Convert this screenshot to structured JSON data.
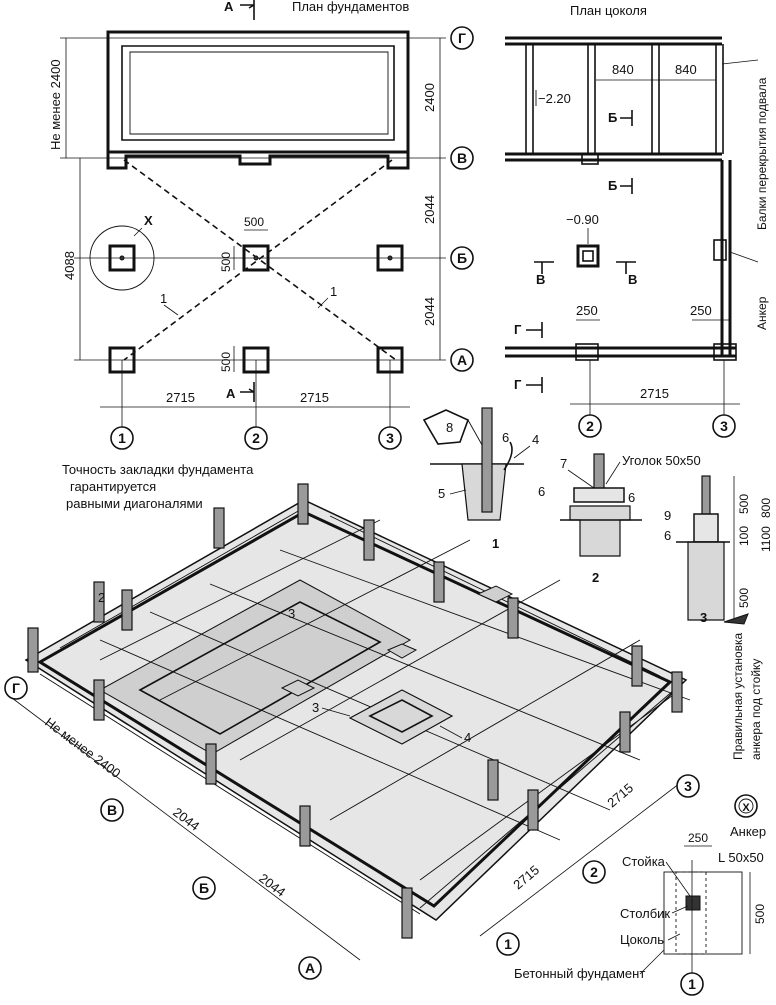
{
  "titles": {
    "foundation_plan": "План фундаментов",
    "plinth_plan": "План цоколя",
    "section_marker": "А"
  },
  "plan_left": {
    "dims": {
      "not_less": "Не менее 2400",
      "d2400": "2400",
      "d2044_upper": "2044",
      "d2044_lower": "2044",
      "d4088": "4088",
      "d500_top": "500",
      "d500_side": "500",
      "d500_lower": "500",
      "d2715_left": "2715",
      "d2715_right": "2715"
    },
    "markers": {
      "x_label": "Х",
      "diag_1a": "1",
      "diag_1b": "1",
      "sec_a_bottom": "А"
    },
    "axes_letters": [
      "Г",
      "В",
      "Б",
      "А"
    ],
    "axes_numbers": [
      "1",
      "2",
      "3"
    ]
  },
  "plan_right": {
    "dims": {
      "d840a": "840",
      "d840b": "840",
      "lvl_220": "−2.20",
      "lvl_090": "−0.90",
      "d250a": "250",
      "d250b": "250",
      "d2715": "2715"
    },
    "markers": {
      "b1": "Б",
      "b2": "Б",
      "v1": "В",
      "v2": "В",
      "g1": "Г",
      "g2": "Г"
    },
    "side_labels": {
      "beams": "Балки перекрытия подвала",
      "anchor": "Анкер"
    },
    "axes_numbers": [
      "2",
      "3"
    ]
  },
  "note": {
    "line1": "Точность закладки фундамента",
    "line2": "гарантируется",
    "line3": "равными диагоналями"
  },
  "details": {
    "d1": {
      "num": "1",
      "callouts": [
        "8",
        "6",
        "4",
        "5"
      ]
    },
    "d2": {
      "num": "2",
      "callouts": [
        "7",
        "6",
        "6"
      ],
      "angle": "Уголок 50х50"
    },
    "d3": {
      "num": "3",
      "callouts": [
        "9",
        "6"
      ],
      "dims": [
        "500",
        "800",
        "100",
        "1100",
        "500"
      ],
      "caption": [
        "Правильная установка",
        "анкера под стойку"
      ]
    }
  },
  "iso": {
    "callouts": [
      "2",
      "3",
      "3",
      "4"
    ],
    "dims": {
      "not_less": "Не менее 2400",
      "d2044a": "2044",
      "d2044b": "2044",
      "d2715a": "2715",
      "d2715b": "2715"
    },
    "axes_letters": [
      "Г",
      "В",
      "Б",
      "А"
    ],
    "axes_numbers": [
      "3",
      "2",
      "1"
    ]
  },
  "anchor_detail": {
    "marker": "Х",
    "title": "Анкер",
    "d250": "250",
    "angle": "L 50х50",
    "stoyka": "Стойка",
    "stolbik": "Столбик",
    "tsokol": "Цоколь",
    "d500": "500",
    "caption": "Бетонный фундамент",
    "axis": "1"
  }
}
